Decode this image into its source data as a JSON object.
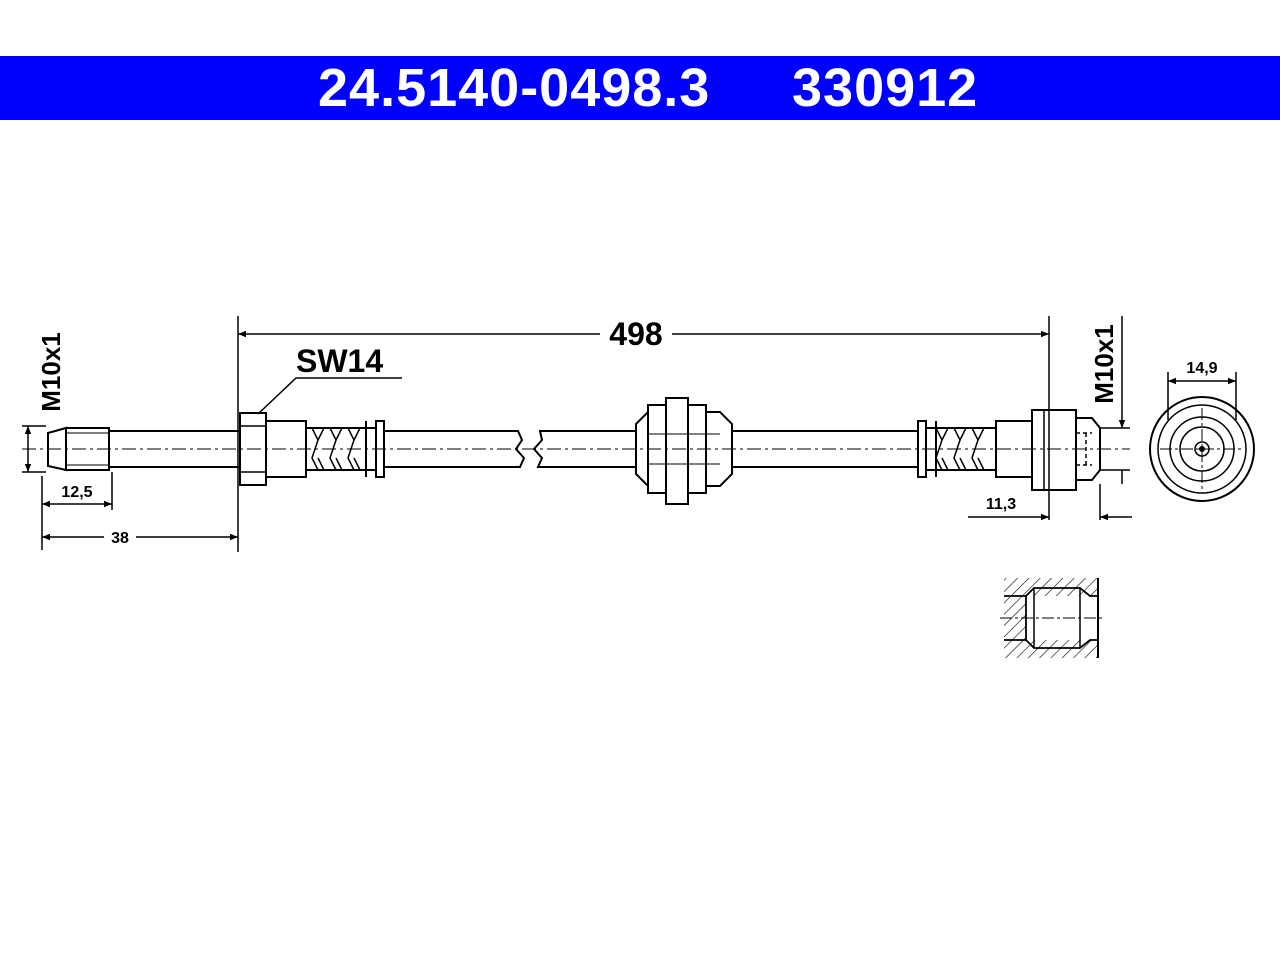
{
  "header": {
    "part_number": "24.5140-0498.3",
    "reference_number": "330912",
    "background_color": "#0000ff",
    "text_color": "#ffffff"
  },
  "dimensions": {
    "overall_length": "498",
    "wrench_size": "SW14",
    "left_thread": "M10x1",
    "right_thread": "M10x1",
    "left_thread_length": "12,5",
    "left_fitting_length": "38",
    "right_offset": "11,3",
    "end_diameter": "14,9"
  }
}
